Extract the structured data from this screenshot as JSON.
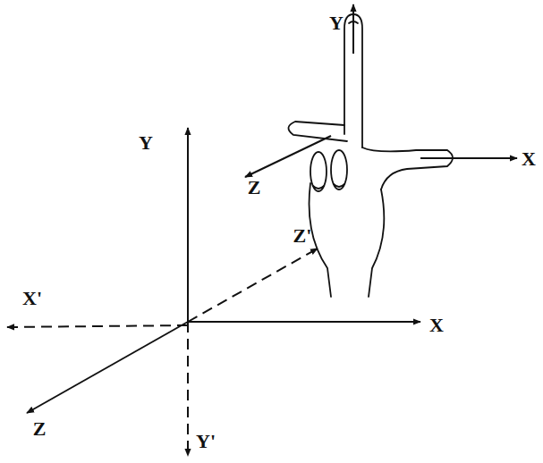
{
  "diagram": {
    "labels": [
      "Y",
      "Y",
      "Z",
      "X",
      "Z'",
      "X'",
      "X",
      "Z",
      "Y'"
    ]
  }
}
